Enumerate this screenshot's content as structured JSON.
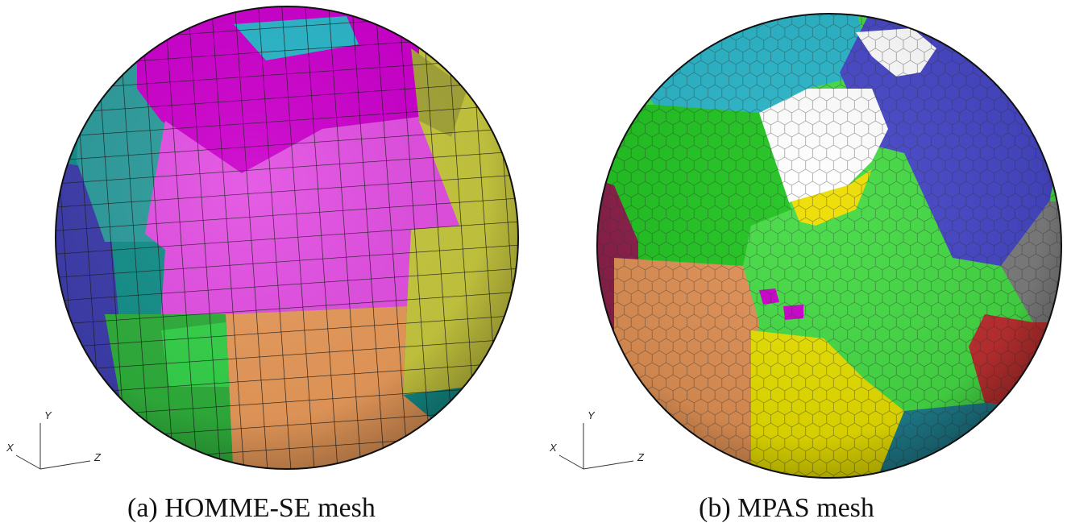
{
  "panels": [
    {
      "id": "a",
      "caption": "(a) HOMME-SE mesh",
      "mesh_type": "cubed-sphere quadrilateral",
      "axes": {
        "x": "X",
        "y": "Y",
        "z": "Z"
      },
      "region_colors": [
        "#e34fe3",
        "#cc00cc",
        "#2d9c9c",
        "#148f8a",
        "#3d3dab",
        "#2fae3b",
        "#e89a5a",
        "#c8c840",
        "#a6a63a",
        "#35d14a"
      ]
    },
    {
      "id": "b",
      "caption": "(b) MPAS mesh",
      "mesh_type": "hexagonal Voronoi",
      "axes": {
        "x": "X",
        "y": "Y",
        "z": "Z"
      },
      "region_colors": [
        "#2ab6c9",
        "#21c421",
        "#4747c8",
        "#ffffff",
        "#eede00",
        "#45db45",
        "#e09155",
        "#e8e000",
        "#808080",
        "#c03030",
        "#1f7f8f",
        "#8c1f4a",
        "#cc00cc"
      ]
    }
  ]
}
